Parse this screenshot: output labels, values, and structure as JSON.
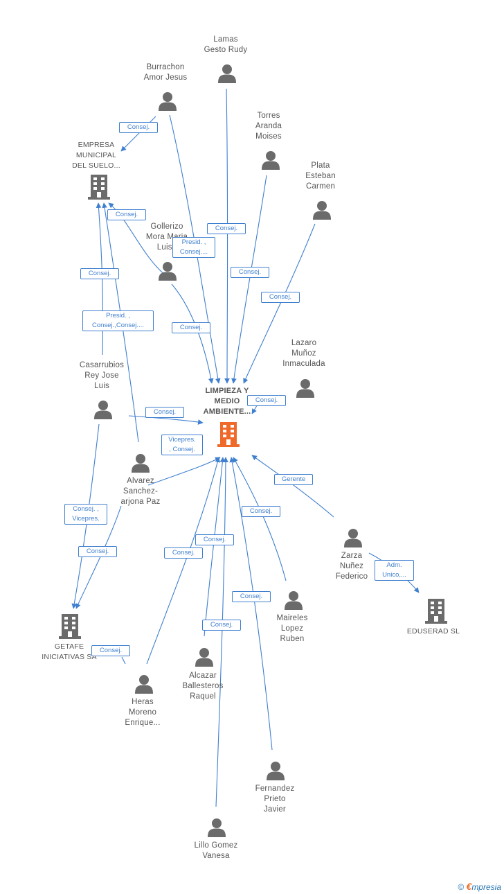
{
  "nodes": {
    "lamas": [
      "Lamas",
      "Gesto Rudy"
    ],
    "burrachon": [
      "Burrachon",
      "Amor Jesus"
    ],
    "torres": [
      "Torres",
      "Aranda",
      "Moises"
    ],
    "plata": [
      "Plata",
      "Esteban",
      "Carmen"
    ],
    "empresa_municipal": [
      "EMPRESA",
      "MUNICIPAL",
      "DEL SUELO..."
    ],
    "gollerizo": [
      "Gollerizo",
      "Mora Maria",
      "Luisa"
    ],
    "lazaro": [
      "Lazaro",
      "Muñoz",
      "Inmaculada"
    ],
    "casarrubios": [
      "Casarrubios",
      "Rey Jose",
      "Luis"
    ],
    "main": [
      "LIMPIEZA Y",
      "MEDIO",
      "AMBIENTE..."
    ],
    "alvarez": [
      "Alvarez",
      "Sanchez-",
      "arjona Paz"
    ],
    "zarza": [
      "Zarza",
      "Nuñez",
      "Federico"
    ],
    "eduserad": [
      "EDUSERAD SL"
    ],
    "maireles": [
      "Maireles",
      "Lopez",
      "Ruben"
    ],
    "getafe": [
      "GETAFE",
      "INICIATIVAS SA"
    ],
    "alcazar": [
      "Alcazar",
      "Ballesteros",
      "Raquel"
    ],
    "heras": [
      "Heras",
      "Moreno",
      "Enrique..."
    ],
    "fernandez": [
      "Fernandez",
      "Prieto",
      "Javier"
    ],
    "lillo": [
      "Lillo Gomez",
      "Vanesa"
    ]
  },
  "edge_labels": {
    "burrachon_empresa": [
      "Consej."
    ],
    "gollerizo_empresa": [
      "Consej."
    ],
    "lamas_main": [
      "Consej."
    ],
    "burrachon_main": [
      "Presid. ,",
      "Consej...."
    ],
    "casarrubios_empresa": [
      "Consej."
    ],
    "alvarez_empresa": [
      "Presid. ,",
      "Consej.,Consej...."
    ],
    "torres_main": [
      "Consej."
    ],
    "plata_main": [
      "Consej."
    ],
    "gollerizo_main": [
      "Consej."
    ],
    "lazaro_main": [
      "Consej."
    ],
    "casarrubios_main": [
      "Consej."
    ],
    "alvarez_main": [
      "Vicepres.",
      ", Consej."
    ],
    "zarza_main": [
      "Gerente"
    ],
    "maireles_main": [
      "Consej."
    ],
    "casarrubios_getafe": [
      "Consej. ,",
      "Vicepres."
    ],
    "alvarez_getafe": [
      "Consej."
    ],
    "alcazar_main": [
      "Consej."
    ],
    "heras_main": [
      "Consej."
    ],
    "zarza_eduserad": [
      "Adm.",
      "Unico,..."
    ],
    "fernandez_main": [
      "Consej."
    ],
    "lillo_main": [
      "Consej."
    ],
    "heras_getafe": [
      "Consej."
    ]
  },
  "footer": {
    "copyright": "©",
    "brand_e": "€",
    "brand_rest": "mpresia"
  },
  "colors": {
    "edge": "#3f7fcf",
    "person": "#6b6b6b",
    "company": "#6b6b6b",
    "main_company": "#ef6a2a"
  }
}
